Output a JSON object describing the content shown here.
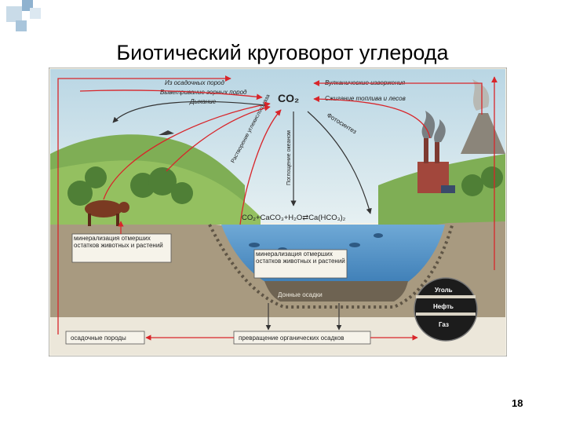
{
  "slide": {
    "title": "Биотический круговорот углерода",
    "page_number": "18"
  },
  "diagram": {
    "co2_label": "CO₂",
    "top_left_labels": [
      "Из осадочных пород",
      "Выветривание горных пород",
      "Дыхание"
    ],
    "top_right_labels": [
      "Вулканические извержения",
      "Сжигание топлива и лесов"
    ],
    "diagonal_labels": {
      "dissolution": "Растворение углекислого газа",
      "absorption": "Поглощение океаном",
      "photosynthesis": "Фотосинтез"
    },
    "equation": "CO₂+CaCO₃+H₂O⇄Ca(HCO₃)₂",
    "box_land_mineral": "минерализация отмерших остатков животных и растений",
    "box_water_mineral": "минерализация отмерших остатков животных и растений",
    "bottom_sediments": "Донные осадки",
    "sedimentary_rocks": "осадочные породы",
    "organic_transform": "превращение органических осадков",
    "fossil_layers": [
      "Уголь",
      "Нефть",
      "Газ"
    ]
  },
  "colors": {
    "arrow_red": "#d8252a",
    "water": "#4a8fc6",
    "sky": "#cfe2ea",
    "sediment": "#8a7d68",
    "corner_squares": "#b9cfe0"
  }
}
